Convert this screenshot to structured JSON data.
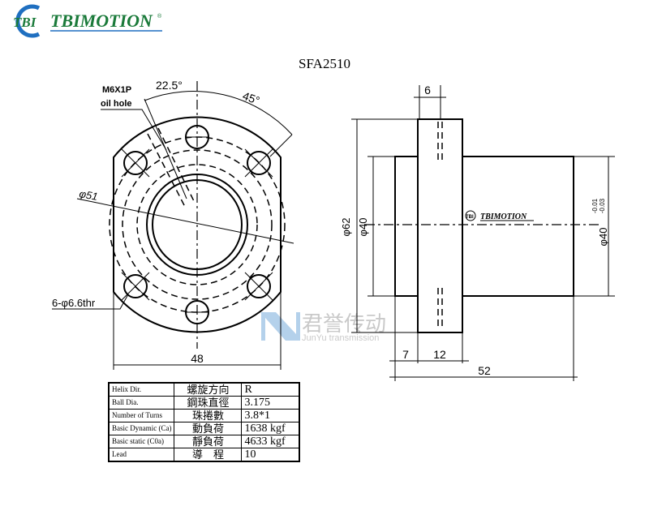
{
  "logo": {
    "mark": "TBI",
    "brand": "TBIMOTION",
    "registered": "®",
    "brand_color": "#1a7a3a",
    "ring_color": "#1f6fc0"
  },
  "title": "SFA2510",
  "front_view": {
    "oil_hole_thread": "M6X1P",
    "oil_hole_label": "oil hole",
    "angle_1": "22.5°",
    "angle_2": "45°",
    "bolt_circle": "φ51",
    "mounting_holes": "6-φ6.6thr",
    "width": "48"
  },
  "side_view": {
    "flange_thickness": "6",
    "flange_dia": "φ62",
    "body_dia_left": "φ40",
    "body_dia_right": "φ40",
    "tol_upper": "-0.01",
    "tol_lower": "-0.03",
    "offset": "7",
    "flange_width": "12",
    "length": "52",
    "body_logo": "TBIMOTION"
  },
  "watermark": {
    "cn": "君誉传动",
    "en": "JunYu transmission"
  },
  "spec_table": [
    [
      "Helix  Dir.",
      "螺旋方向",
      "R"
    ],
    [
      "Ball Dia.",
      "鋼珠直徑",
      "3.175"
    ],
    [
      "Number of Turns",
      "珠捲數",
      "3.8*1"
    ],
    [
      "Basic Dynamic (Ca)",
      "動負荷",
      "1638 kgf"
    ],
    [
      "Basic static (C0a)",
      "靜負荷",
      "4633 kgf"
    ],
    [
      "Lead",
      "導　程",
      "10"
    ]
  ]
}
